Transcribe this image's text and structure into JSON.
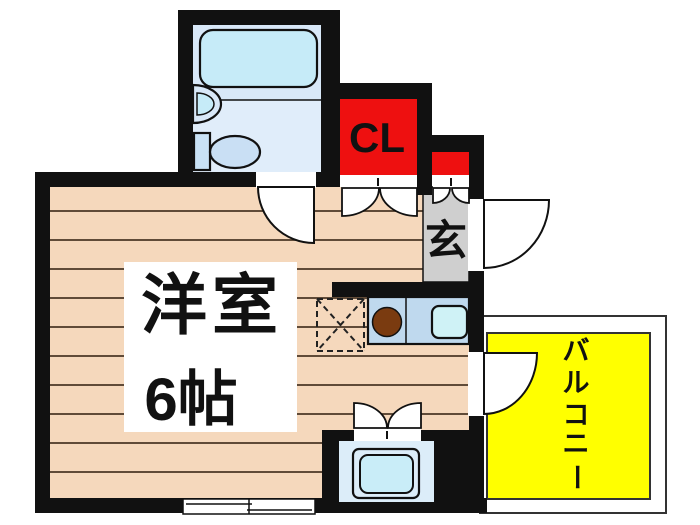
{
  "plan": {
    "type": "apartment-floor-plan",
    "labels": {
      "main_room": "洋室6帖",
      "main_room_line1": "洋室",
      "main_room_line2": "6帖",
      "closet": "CL",
      "entrance": "玄",
      "balcony": "バルコニー"
    },
    "balcony_chars": [
      "バ",
      "ル",
      "コ",
      "ニ",
      "ー"
    ],
    "fixtures": [
      "bathtub",
      "wash-basin",
      "toilet",
      "room-door",
      "closet-bifold-door",
      "shoe-cabinet-door",
      "entrance-door",
      "kitchen-counter",
      "stove-burner",
      "kitchen-sink",
      "refrigerator-space",
      "balcony-door",
      "washing-machine",
      "sliding-window",
      "wood-floor-boards"
    ],
    "colors": {
      "wall": "#111111",
      "floor": "#F5D8BC",
      "floor_line": "#4A3726",
      "bathroom_floor": "#D8E8F8",
      "bathroom_floor_lower": "#E0EDFA",
      "bathtub": "#C6EBF8",
      "toilet_blue": "#C9DFF4",
      "closet_red": "#EE1010",
      "entrance_gray": "#CFCFCF",
      "balcony_yellow": "#FFFF00",
      "counter_blue": "#BFD9EE",
      "stove_brown": "#7A3B10",
      "sink_cyan": "#CFF2F6",
      "washer_pan": "#DCEDF9",
      "washer_drum": "#C9EDF8",
      "label_bg": "#FFFFFF",
      "text": "#111111"
    }
  }
}
